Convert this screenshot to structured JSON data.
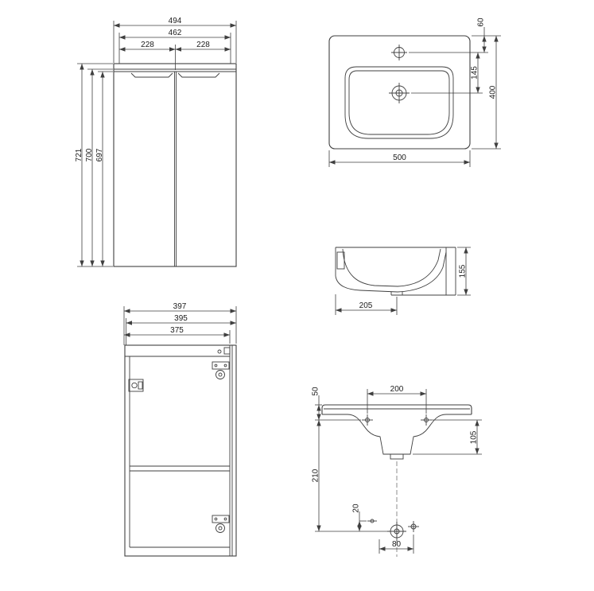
{
  "style": {
    "background": "#ffffff",
    "line_color": "#3f3f3f",
    "text_color": "#1b1b1b"
  },
  "views": {
    "cabinet_front": {
      "width_overall": "494",
      "width_internal": "462",
      "door_left_width": "228",
      "door_right_width": "228",
      "height_overall": "721",
      "height_carcass": "700",
      "height_door": "697"
    },
    "washbasin_top": {
      "tap_hole_offset": "60",
      "tap_to_drain": "145",
      "depth": "400",
      "width": "500"
    },
    "washbasin_side": {
      "height": "155",
      "front_to_drain": "205"
    },
    "cabinet_side": {
      "depth_overall": "397",
      "depth_mid": "395",
      "depth_carcass": "375"
    },
    "washbasin_front": {
      "top_to_holes": "50",
      "holes_spacing": "200",
      "holes_to_bottom": "105",
      "holes_to_outlet": "210",
      "outlet_offset": "20",
      "outlet_spacing": "80"
    }
  }
}
